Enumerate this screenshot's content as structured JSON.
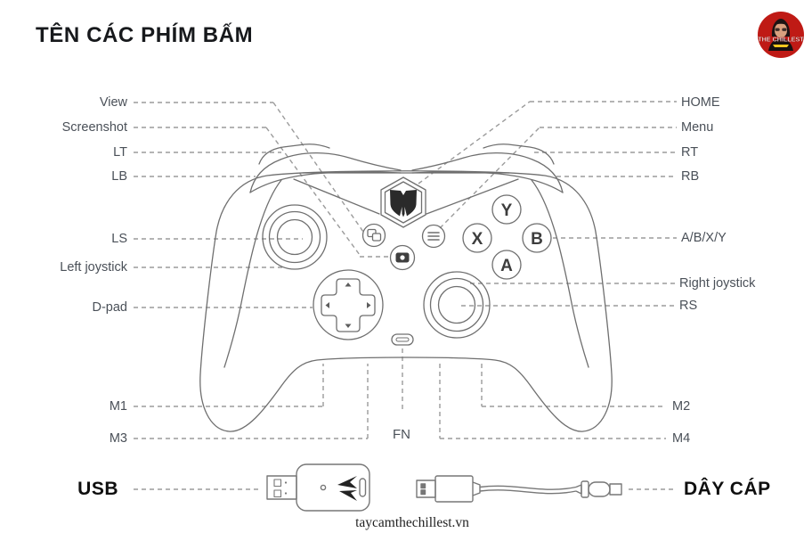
{
  "header": {
    "title": "TÊN CÁC PHÍM BẤM"
  },
  "brand": {
    "name": "THE CHILLEST",
    "bg_color": "#bf1a15",
    "text_color": "#ffffff"
  },
  "callouts": {
    "left": {
      "view": "View",
      "screenshot": "Screenshot",
      "lt": "LT",
      "lb": "LB",
      "ls": "LS",
      "left_joystick": "Left joystick",
      "dpad": "D-pad",
      "m1": "M1",
      "m3": "M3",
      "usb": "USB"
    },
    "right": {
      "home": "HOME",
      "menu": "Menu",
      "rt": "RT",
      "rb": "RB",
      "abxy": "A/B/X/Y",
      "right_joystick": "Right joystick",
      "rs": "RS",
      "m2": "M2",
      "m4": "M4",
      "cable": "DÂY CÁP"
    },
    "center": {
      "fn": "FN"
    }
  },
  "face_buttons": {
    "a": "A",
    "b": "B",
    "x": "X",
    "y": "Y"
  },
  "footer": {
    "website": "taycamthechillest.vn"
  },
  "colors": {
    "outline": "#6f6f6f",
    "leader": "#9b9b9b",
    "label_text": "#4a5058",
    "ink": "#0f0f0f",
    "brand_red": "#bf1a15"
  }
}
